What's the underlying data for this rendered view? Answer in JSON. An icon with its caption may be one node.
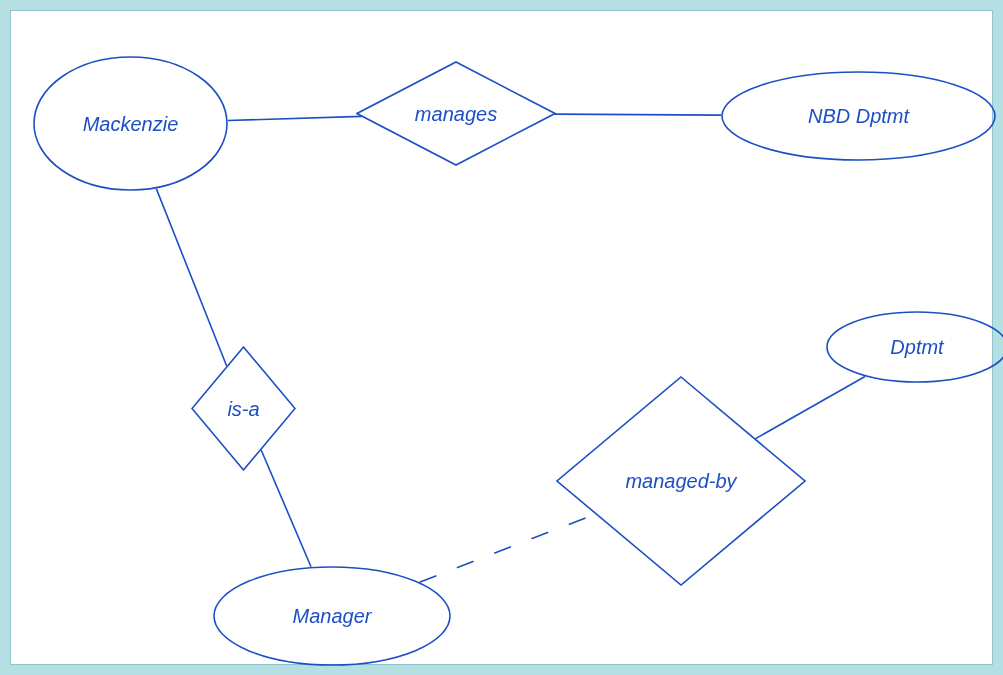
{
  "diagram": {
    "nodes": [
      {
        "text": [
          "Mackenzie"
        ]
      },
      {
        "text": [
          "manages"
        ]
      },
      {
        "text": [
          "NBD Dptmt"
        ]
      },
      {
        "text": [
          "is-a"
        ]
      },
      {
        "text": [
          "Dptmt"
        ]
      },
      {
        "text": [
          "managed-by"
        ]
      },
      {
        "text": [
          "Manager"
        ]
      }
    ],
    "edges": [
      {
        "from": 0,
        "to": 1,
        "arrow": "none"
      },
      {
        "from": 1,
        "to": 2,
        "arrow": "none"
      },
      {
        "from": 0,
        "to": 3,
        "arrow": "none"
      },
      {
        "from": 3,
        "to": 6,
        "arrow": "none"
      },
      {
        "from": 5,
        "to": 4,
        "arrow": "none"
      },
      {
        "from": 6,
        "to": 5,
        "arrow": "none",
        "style": "dashed"
      }
    ]
  }
}
